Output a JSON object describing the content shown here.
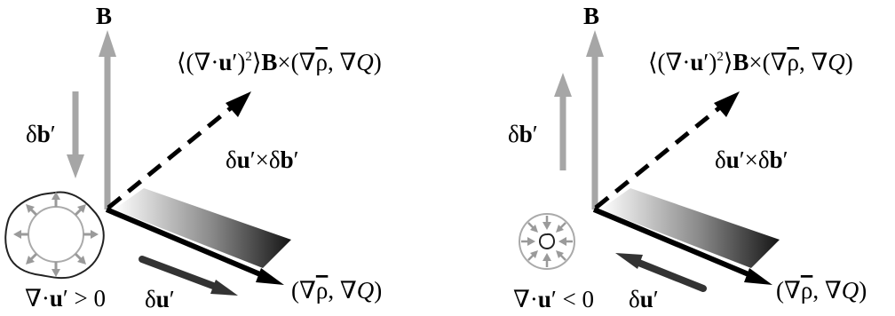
{
  "panels": [
    {
      "B": "B",
      "corr": {
        "open": "⟨(∇·",
        "u": "u",
        "prime": "′",
        "close": ")",
        "sq": "2",
        "rangle": "⟩",
        "B": "B",
        "times": "×(∇",
        "rho": "ρ",
        "sep": ", ∇",
        "Q": "Q",
        "end": ")"
      },
      "db": {
        "delta": "δ",
        "b": "b",
        "prime": "′"
      },
      "cross": {
        "delta1": "δ",
        "u": "u",
        "prime1": "′",
        "times": "×δ",
        "b": "b",
        "prime2": "′"
      },
      "du": {
        "delta": "δ",
        "u": "u",
        "prime": "′"
      },
      "grad": {
        "open": "(∇",
        "rho": "ρ",
        "sep": ", ∇",
        "Q": "Q",
        "close": ")"
      },
      "div": {
        "nabla": "∇·",
        "u": "u",
        "prime": "′",
        "rel": " > 0"
      }
    },
    {
      "B": "B",
      "corr": {
        "open": "⟨(∇·",
        "u": "u",
        "prime": "′",
        "close": ")",
        "sq": "2",
        "rangle": "⟩",
        "B": "B",
        "times": "×(∇",
        "rho": "ρ",
        "sep": ", ∇",
        "Q": "Q",
        "end": ")"
      },
      "db": {
        "delta": "δ",
        "b": "b",
        "prime": "′"
      },
      "cross": {
        "delta1": "δ",
        "u": "u",
        "prime1": "′",
        "times": "×δ",
        "b": "b",
        "prime2": "′"
      },
      "du": {
        "delta": "δ",
        "u": "u",
        "prime": "′"
      },
      "grad": {
        "open": "(∇",
        "rho": "ρ",
        "sep": ", ∇",
        "Q": "Q",
        "close": ")"
      },
      "div": {
        "nabla": "∇·",
        "u": "u",
        "prime": "′",
        "rel": " < 0"
      }
    }
  ]
}
